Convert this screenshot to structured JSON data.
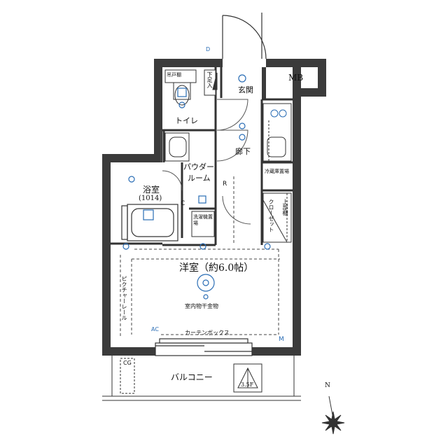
{
  "rooms": {
    "entrance": "玄関",
    "mb": "MB",
    "toilet": "トイレ",
    "hallway": "廊下",
    "powder_room_line1": "パウダー",
    "powder_room_line2": "ルーム",
    "bathroom": "浴室",
    "bathroom_size": "(1014)",
    "western_room": "洋室（約6.0帖）",
    "balcony": "バルコニー",
    "closet": "クローゼット"
  },
  "fixtures": {
    "shoe_rack": "下足入",
    "hanging_cabinet": "吊戸棚",
    "washer_pan": "洗濯機置場",
    "fridge_space": "冷蔵庫置場",
    "upper_shelf": "上部棚",
    "indoor_drying": "室内物干金物",
    "curtain_box": "カーテンボックス",
    "picture_rail": "ピクチャーレール",
    "evacuation_hatch": "3.5F"
  },
  "symbols": {
    "d": "D",
    "c": "C",
    "r": "R",
    "m": "M",
    "ac": "AC",
    "cg": "CG"
  },
  "compass": {
    "north": "N"
  },
  "colors": {
    "wall": "#3b3b3b",
    "symbol": "#2a6db5",
    "line": "#333333"
  }
}
